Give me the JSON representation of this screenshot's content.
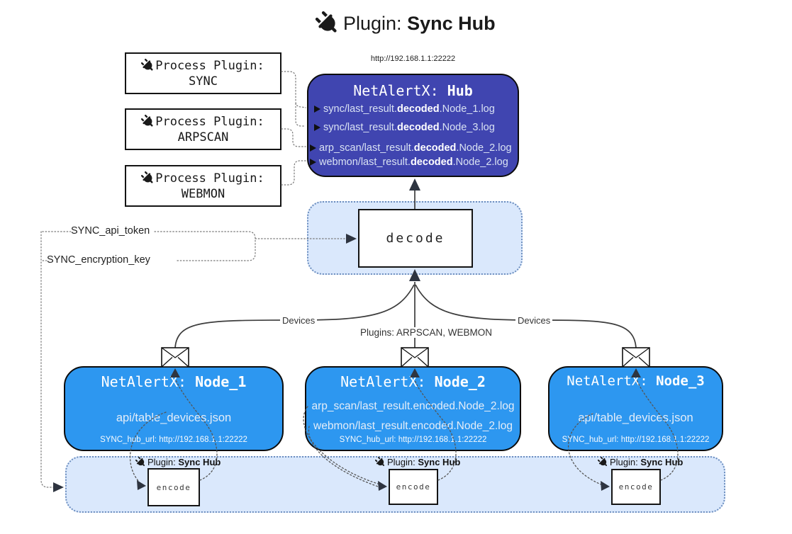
{
  "title": {
    "prefix": "Plugin:",
    "bold": "Sync Hub"
  },
  "colors": {
    "hub_fill": "#4045b0",
    "node_fill": "#2d97f0",
    "panel_fill": "#dae8fc",
    "panel_border": "#6c8ebf",
    "hub_text": "#d9e2f3",
    "node_text": "#e4edf8"
  },
  "process_plugins": [
    {
      "label": "Process Plugin:",
      "name": "SYNC"
    },
    {
      "label": "Process Plugin:",
      "name": "ARPSCAN"
    },
    {
      "label": "Process Plugin:",
      "name": "WEBMON"
    }
  ],
  "hub": {
    "url": "http://192.168.1.1:22222",
    "name_prefix": "NetAlertX:",
    "name_bold": "Hub",
    "lines": [
      {
        "pre": "sync/last_result.",
        "bold": "decoded",
        "post": ".Node_1.log"
      },
      {
        "pre": "sync/last_result.",
        "bold": "decoded",
        "post": ".Node_3.log"
      },
      {
        "pre": "arp_scan/last_result.",
        "bold": "decoded",
        "post": ".Node_2.log"
      },
      {
        "pre": "webmon/last_result.",
        "bold": "decoded",
        "post": ".Node_2.log"
      }
    ]
  },
  "decode_box": {
    "label": "decode"
  },
  "secrets": {
    "api_token": "SYNC_api_token",
    "encryption_key": "SYNC_encryption_key"
  },
  "edge_labels": {
    "devices_left": "Devices",
    "plugins_center": "Plugins: ARPSCAN, WEBMON",
    "devices_right": "Devices"
  },
  "nodes": [
    {
      "name_prefix": "NetAlertX:",
      "name_bold": "Node_1",
      "files": [
        "api/table_devices.json"
      ],
      "hub_url": "SYNC_hub_url: http://192.168.1.1:22222"
    },
    {
      "name_prefix": "NetAlertX:",
      "name_bold": "Node_2",
      "files": [
        "arp_scan/last_result.encoded.Node_2.log",
        "webmon/last_result.encoded.Node_2.log"
      ],
      "hub_url": "SYNC_hub_url: http://192.168.1.1:22222"
    },
    {
      "name_prefix": "NetAlertX:",
      "name_bold": "Node_3",
      "files": [
        "api/table_devices.json"
      ],
      "hub_url": "SYNC_hub_url: http://192.168.1.1:22222"
    }
  ],
  "encoders": [
    {
      "label_prefix": "Plugin:",
      "label_bold": "Sync Hub",
      "box_label": "encode"
    },
    {
      "label_prefix": "Plugin:",
      "label_bold": "Sync Hub",
      "box_label": "encode"
    },
    {
      "label_prefix": "Plugin:",
      "label_bold": "Sync Hub",
      "box_label": "encode"
    }
  ]
}
